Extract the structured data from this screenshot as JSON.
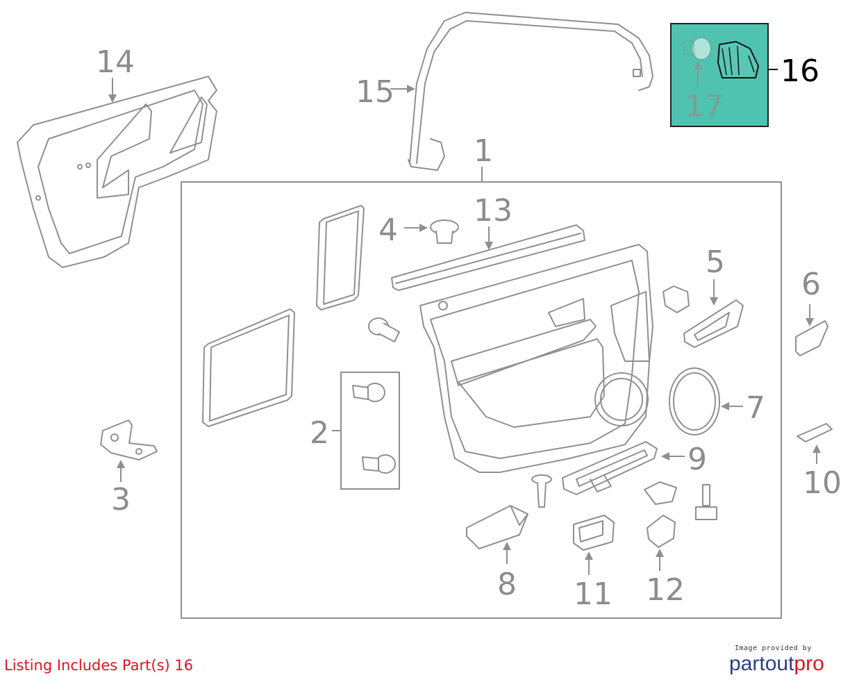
{
  "callouts": {
    "c1": "1",
    "c2": "2",
    "c3": "3",
    "c4": "4",
    "c5": "5",
    "c6": "6",
    "c7": "7",
    "c8": "8",
    "c9": "9",
    "c10": "10",
    "c11": "11",
    "c12": "12",
    "c13": "13",
    "c14": "14",
    "c15": "15",
    "c16": "16",
    "c17": "17"
  },
  "highlighted_parts": [
    "16",
    "17"
  ],
  "colors": {
    "highlight_fill": "#4fc3b0",
    "line_gray": "#8f8f8f",
    "note_red": "#e0141e",
    "brand_blue": "#2b3e8c"
  },
  "footer": {
    "listing_note": "Listing Includes Part(s) 16",
    "credit_small": "Image provided by",
    "logo_main": "partout",
    "logo_accent": "pro"
  }
}
